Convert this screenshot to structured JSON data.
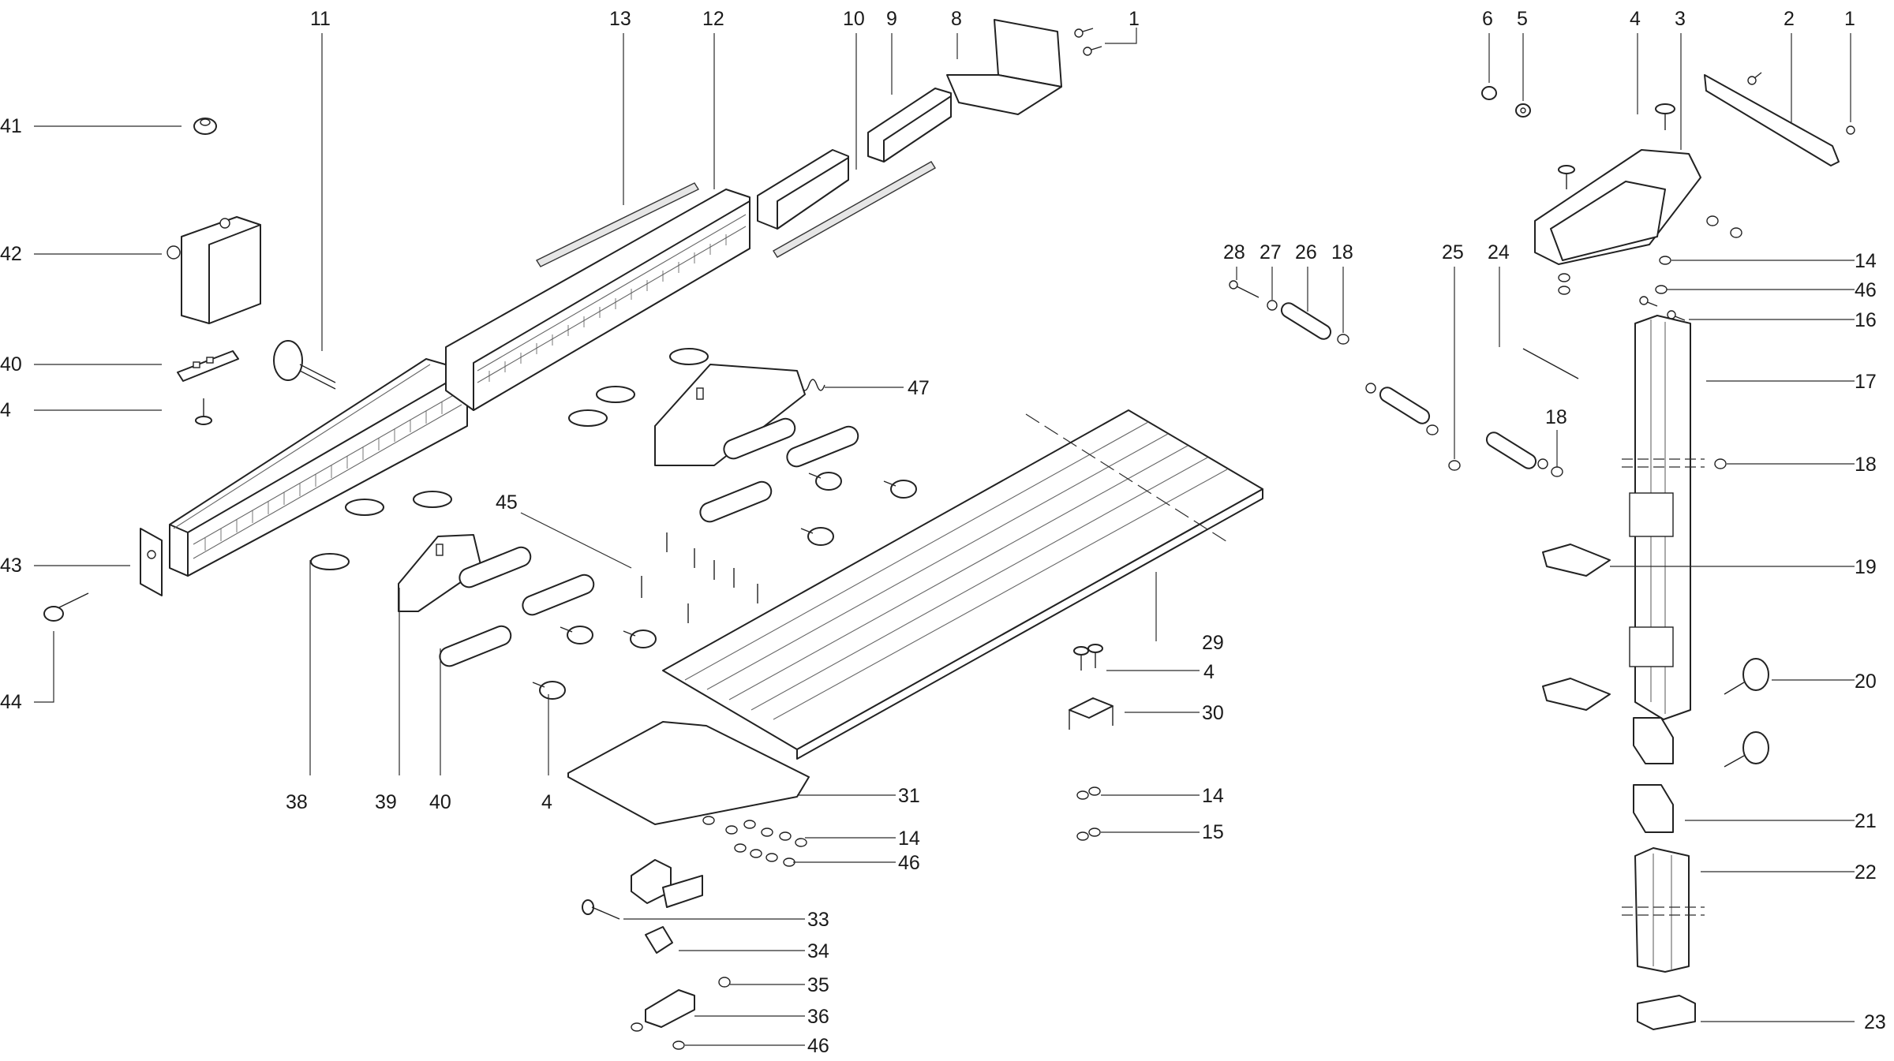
{
  "diagram": {
    "callouts_left_assembly": {
      "c1_top": "1",
      "c8": "8",
      "c9": "9",
      "c10": "10",
      "c12": "12",
      "c13": "13",
      "c11": "11",
      "c41": "41",
      "c42": "42",
      "c40_left": "40",
      "c4_left": "4",
      "c43": "43",
      "c44": "44",
      "c47": "47",
      "c45": "45",
      "c38": "38",
      "c39": "39",
      "c40_bottom": "40",
      "c4_bottom": "4",
      "c29": "29",
      "c4_mid": "4",
      "c30": "30",
      "c14_mid": "14",
      "c15": "15",
      "c31": "31",
      "c14_low": "14",
      "c46_low": "46",
      "c33": "33",
      "c34": "34",
      "c35": "35",
      "c36": "36",
      "c46_bottom": "46"
    },
    "callouts_right_assembly": {
      "c6": "6",
      "c5": "5",
      "c4_top": "4",
      "c3": "3",
      "c2": "2",
      "c1_right": "1",
      "c28": "28",
      "c27": "27",
      "c26": "26",
      "c18_top": "18",
      "c25": "25",
      "c24": "24",
      "c14_right": "14",
      "c46_right": "46",
      "c16": "16",
      "c17": "17",
      "c18_right": "18",
      "c18_mid": "18",
      "c19": "19",
      "c20": "20",
      "c21": "21",
      "c22": "22",
      "c23": "23"
    },
    "colors": {
      "line": "#222222",
      "fill": "#ffffff",
      "shade": "#e6e6e6"
    }
  }
}
